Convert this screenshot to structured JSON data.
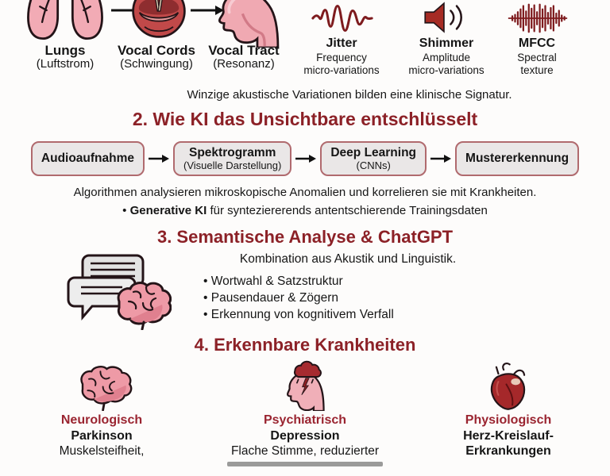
{
  "theme": {
    "background": "#FDFCFB",
    "heading_red": "#8C2127",
    "category_red": "#9A2430",
    "icon_dark_red": "#7E1B1E",
    "icon_pink": "#F0A9B2",
    "flow_box_fill": "#EAE7E7",
    "flow_box_border": "#B06A6E",
    "text_color": "#161616"
  },
  "icons": {
    "lungs": "lungs-icon",
    "vocal_cords": "vocal-cords-icon",
    "vocal_tract": "vocal-tract-head-icon",
    "jitter": "jitter-waveform-icon",
    "shimmer": "speaker-sound-icon",
    "mfcc": "dense-waveform-icon",
    "chat_brain": "speech-bubbles-brain-icon",
    "neuro": "brain-icon",
    "psych": "head-storm-cloud-icon",
    "physio": "anatomical-heart-icon"
  },
  "anatomy_row": [
    {
      "title": "Lungs",
      "subtitle": "(Luftstrom)"
    },
    {
      "title": "Vocal Cords",
      "subtitle": "(Schwingung)"
    },
    {
      "title": "Vocal Tract",
      "subtitle": "(Resonanz)"
    }
  ],
  "feature_row": [
    {
      "title": "Jitter",
      "line1": "Frequency",
      "line2": "micro-variations"
    },
    {
      "title": "Shimmer",
      "line1": "Amplitude",
      "line2": "micro-variations"
    },
    {
      "title": "MFCC",
      "line1": "Spectral",
      "line2": "texture"
    }
  ],
  "caption1": "Winzige akustische Variationen bilden eine klinische Signatur.",
  "section2": {
    "heading": "2. Wie KI das Unsichtbare entschlüsselt",
    "flow": [
      {
        "title": "Audioaufnahme",
        "subtitle": ""
      },
      {
        "title": "Spektrogramm",
        "subtitle": "(Visuelle Darstellung)"
      },
      {
        "title": "Deep Learning",
        "subtitle": "(CNNs)"
      },
      {
        "title": "Mustererkennung",
        "subtitle": ""
      }
    ],
    "caption": "Algorithmen analysieren mikroskopische Anomalien und korrelieren sie mit Krankheiten.",
    "bullet_bold": "Generative KI",
    "bullet_rest": " für synteziererends antentschierende Trainingsdaten"
  },
  "section3": {
    "heading": "3. Semantische Analyse & ChatGPT",
    "subheading": "Kombination aus Akustik und Linguistik.",
    "bullets": [
      "Wortwahl & Satzstruktur",
      "Pausendauer & Zögern",
      "Erkennung von kognitivem Verfall"
    ]
  },
  "section4": {
    "heading": "4. Erkennbare Krankheiten",
    "columns": [
      {
        "category": "Neurologisch",
        "name": "Parkinson",
        "name2": "",
        "detail": "Muskelsteifheit,"
      },
      {
        "category": "Psychiatrisch",
        "name": "Depression",
        "name2": "",
        "detail": "Flache Stimme, reduzierter"
      },
      {
        "category": "Physiologisch",
        "name": "Herz-Kreislauf-",
        "name2": "Erkrankungen",
        "detail": ""
      }
    ]
  }
}
